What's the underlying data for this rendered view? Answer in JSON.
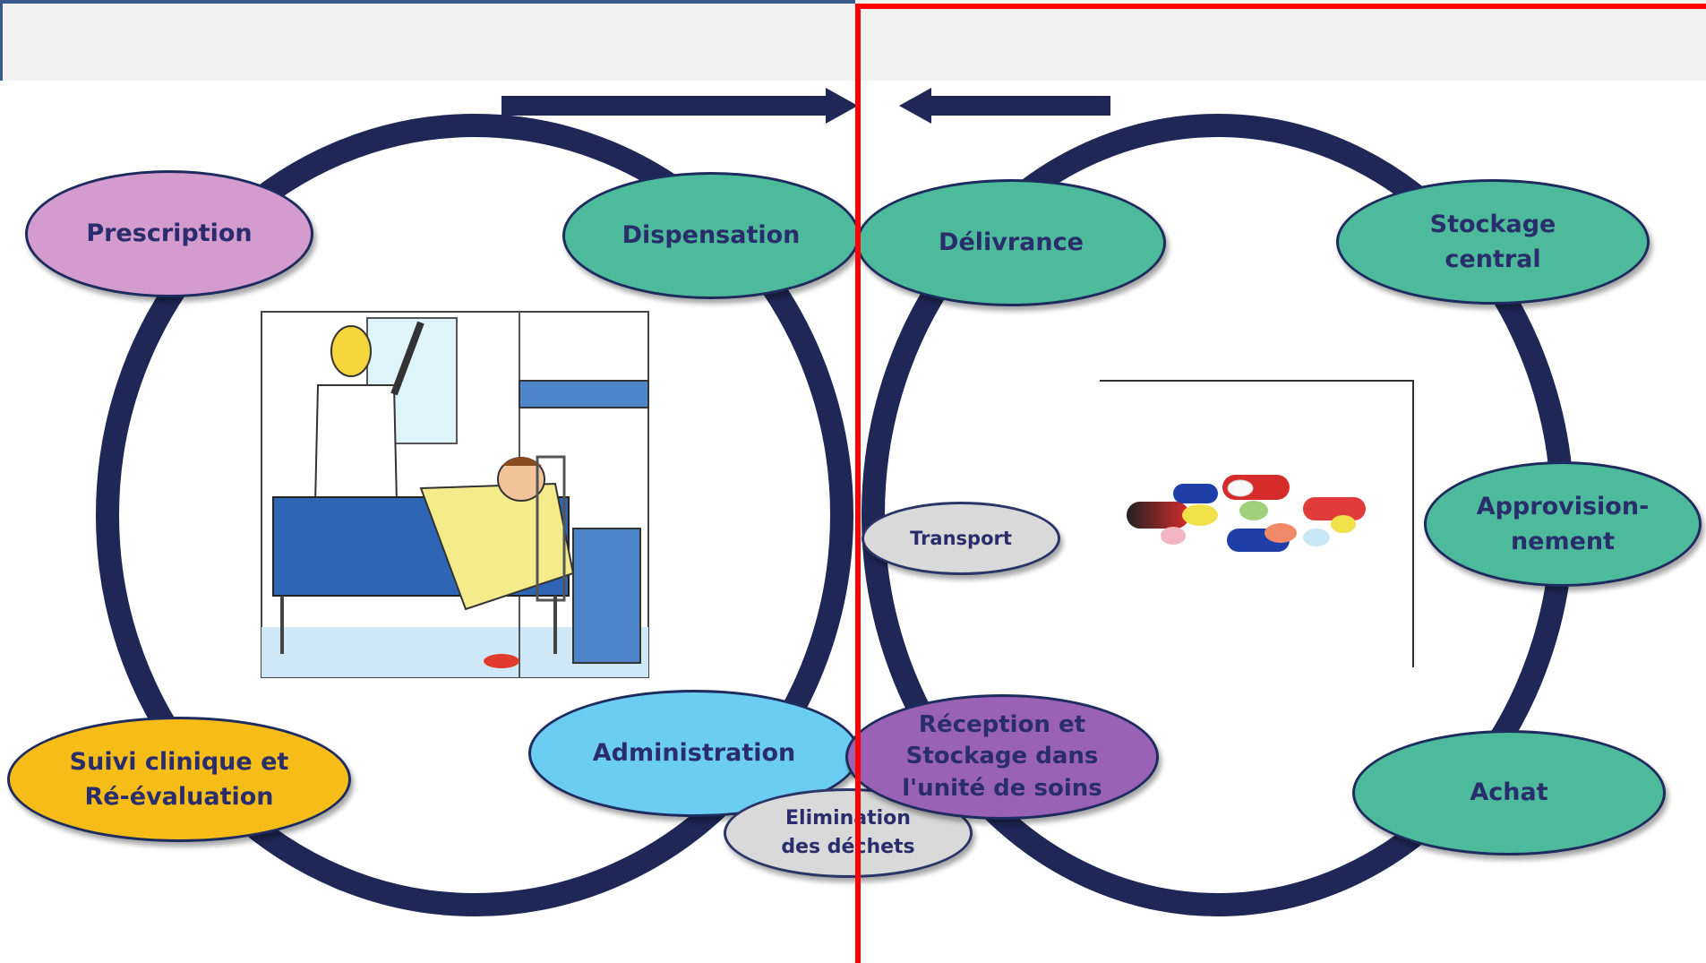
{
  "colors": {
    "ring": "#1e2756",
    "accent_red": "#ff0000",
    "teal": "#4dbb9b"
  },
  "nodes": {
    "prescription": "Prescription",
    "dispensation": "Dispensation",
    "suivi_line1": "Suivi clinique et",
    "suivi_line2": "Ré-évaluation",
    "administration": "Administration",
    "elimination_line1": "Elimination",
    "elimination_line2": "des déchets",
    "delivrance": "Délivrance",
    "stockage_line1": "Stockage",
    "stockage_line2": "central",
    "transport": "Transport",
    "approvisionnement_line1": "Approvision-",
    "approvisionnement_line2": "nement",
    "reception_line1": "Réception et",
    "reception_line2": "Stockage dans",
    "reception_line3": "l'unité de soins",
    "achat": "Achat"
  },
  "illustrations": {
    "left": "nurse-patient-bed-illustration",
    "right": "pills-photo"
  }
}
